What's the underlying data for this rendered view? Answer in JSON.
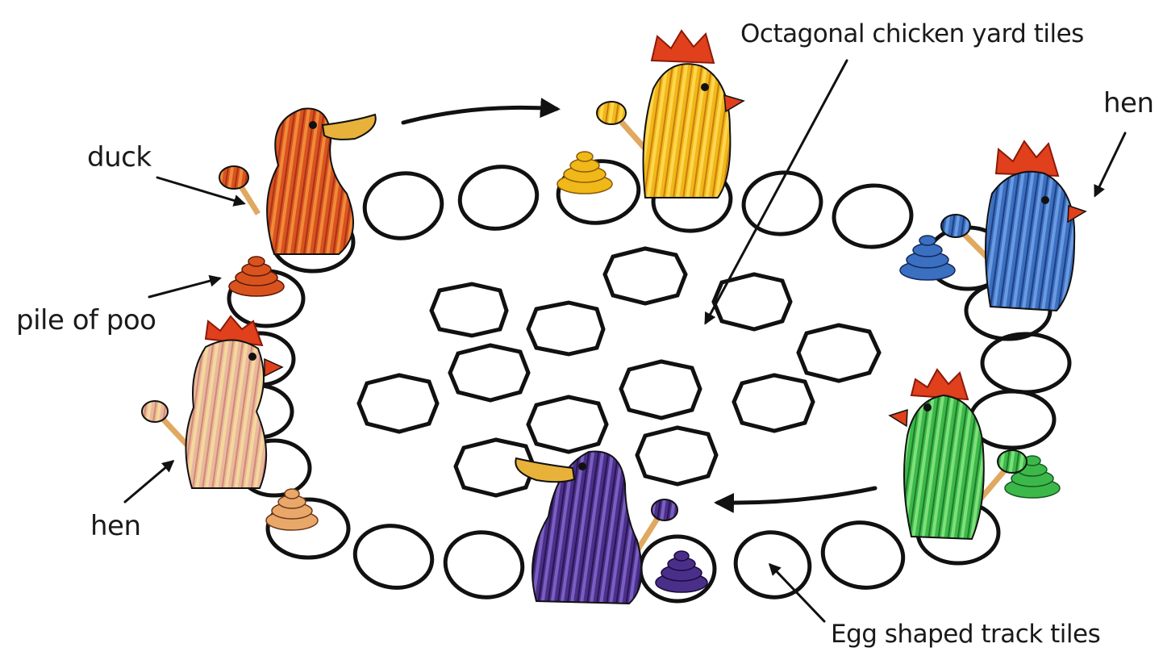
{
  "labels": {
    "duck": "duck",
    "pile_of_poo": "pile of poo",
    "hen_left": "hen",
    "hen_right": "hen",
    "yard_tiles": "Octagonal chicken yard tiles",
    "track_tiles": "Egg shaped track tiles"
  },
  "pieces": [
    {
      "kind": "duck",
      "color": "orange-red"
    },
    {
      "kind": "hen",
      "color": "yellow"
    },
    {
      "kind": "hen",
      "color": "blue"
    },
    {
      "kind": "hen",
      "color": "green"
    },
    {
      "kind": "duck",
      "color": "purple"
    },
    {
      "kind": "hen",
      "color": "pink"
    }
  ],
  "colors": {
    "outline": "#111111",
    "comb": "#e0401c",
    "beak": "#e8b23a",
    "duck_orange": "#d9531e",
    "hen_yellow": "#f0b818",
    "hen_blue": "#3b6fc0",
    "hen_green": "#3cb84a",
    "duck_purple": "#4a2f8a",
    "hen_pink": "#e9b7a0"
  }
}
